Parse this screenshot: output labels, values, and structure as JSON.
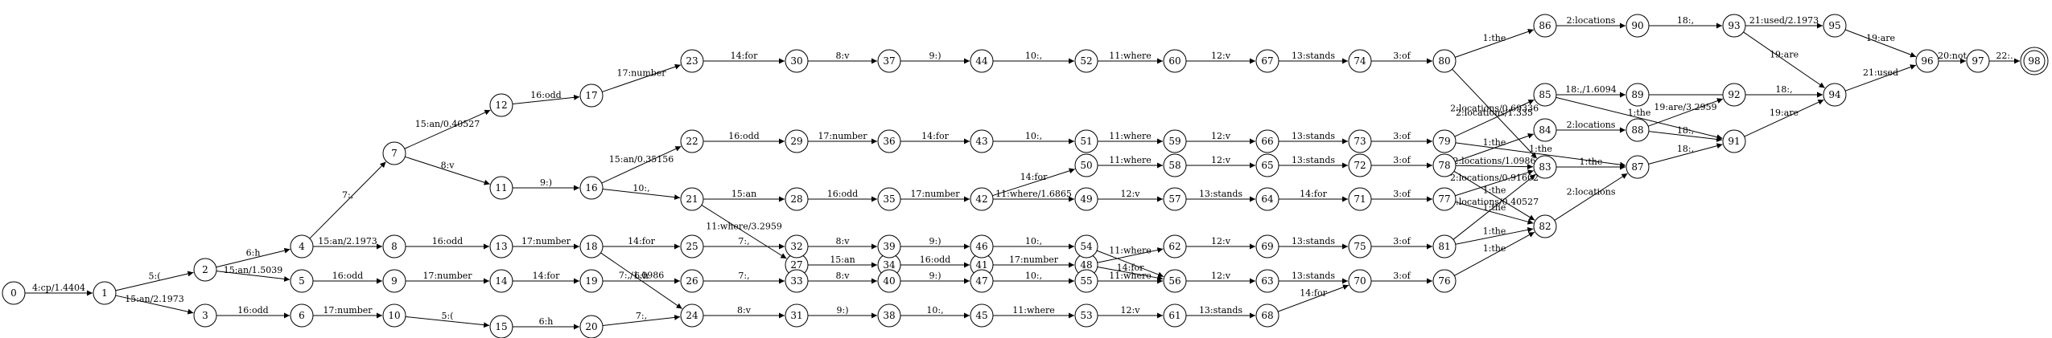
{
  "graph": {
    "start_node": "0",
    "final_node": "98",
    "nodes": [
      "0",
      "1",
      "2",
      "3",
      "4",
      "5",
      "6",
      "7",
      "8",
      "9",
      "10",
      "11",
      "12",
      "13",
      "14",
      "15",
      "16",
      "17",
      "18",
      "19",
      "20",
      "21",
      "22",
      "23",
      "24",
      "25",
      "26",
      "27",
      "28",
      "29",
      "30",
      "31",
      "32",
      "33",
      "34",
      "35",
      "36",
      "37",
      "38",
      "39",
      "40",
      "41",
      "42",
      "43",
      "44",
      "45",
      "46",
      "47",
      "48",
      "49",
      "50",
      "51",
      "52",
      "53",
      "54",
      "55",
      "56",
      "57",
      "58",
      "59",
      "60",
      "61",
      "62",
      "63",
      "64",
      "65",
      "66",
      "67",
      "68",
      "69",
      "70",
      "71",
      "72",
      "73",
      "74",
      "75",
      "76",
      "77",
      "78",
      "79",
      "80",
      "81",
      "82",
      "83",
      "84",
      "85",
      "86",
      "87",
      "88",
      "89",
      "90",
      "91",
      "92",
      "93",
      "94",
      "95",
      "96",
      "97",
      "98"
    ],
    "edges": [
      {
        "from": "0",
        "to": "1",
        "label": "4:cp/1.4404"
      },
      {
        "from": "1",
        "to": "2",
        "label": "5:("
      },
      {
        "from": "1",
        "to": "3",
        "label": "15:an/2.1973"
      },
      {
        "from": "2",
        "to": "4",
        "label": "6:h"
      },
      {
        "from": "2",
        "to": "5",
        "label": "15:an/1.5039"
      },
      {
        "from": "3",
        "to": "6",
        "label": "16:odd"
      },
      {
        "from": "4",
        "to": "7",
        "label": "7:,"
      },
      {
        "from": "4",
        "to": "8",
        "label": "15:an/2.1973"
      },
      {
        "from": "5",
        "to": "9",
        "label": "16:odd"
      },
      {
        "from": "6",
        "to": "10",
        "label": "17:number"
      },
      {
        "from": "7",
        "to": "12",
        "label": "15:an/0.40527"
      },
      {
        "from": "7",
        "to": "11",
        "label": "8:v"
      },
      {
        "from": "8",
        "to": "13",
        "label": "16:odd"
      },
      {
        "from": "9",
        "to": "14",
        "label": "17:number"
      },
      {
        "from": "10",
        "to": "15",
        "label": "5:("
      },
      {
        "from": "11",
        "to": "16",
        "label": "9:)"
      },
      {
        "from": "12",
        "to": "17",
        "label": "16:odd"
      },
      {
        "from": "13",
        "to": "18",
        "label": "17:number"
      },
      {
        "from": "14",
        "to": "19",
        "label": "14:for"
      },
      {
        "from": "15",
        "to": "20",
        "label": "6:h"
      },
      {
        "from": "16",
        "to": "22",
        "label": "15:an/0.35156"
      },
      {
        "from": "16",
        "to": "21",
        "label": "10:,"
      },
      {
        "from": "17",
        "to": "23",
        "label": "17:number"
      },
      {
        "from": "18",
        "to": "25",
        "label": "14:for"
      },
      {
        "from": "18",
        "to": "24",
        "label": "7:,/1.0986"
      },
      {
        "from": "19",
        "to": "26",
        "label": "6:h"
      },
      {
        "from": "20",
        "to": "24",
        "label": "7:,"
      },
      {
        "from": "21",
        "to": "28",
        "label": "15:an"
      },
      {
        "from": "21",
        "to": "27",
        "label": "11:where/3.2959"
      },
      {
        "from": "22",
        "to": "29",
        "label": "16:odd"
      },
      {
        "from": "23",
        "to": "30",
        "label": "14:for"
      },
      {
        "from": "24",
        "to": "31",
        "label": "8:v"
      },
      {
        "from": "25",
        "to": "32",
        "label": "7:,"
      },
      {
        "from": "26",
        "to": "33",
        "label": "7:,"
      },
      {
        "from": "27",
        "to": "34",
        "label": "15:an"
      },
      {
        "from": "28",
        "to": "35",
        "label": "16:odd"
      },
      {
        "from": "29",
        "to": "36",
        "label": "17:number"
      },
      {
        "from": "30",
        "to": "37",
        "label": "8:v"
      },
      {
        "from": "31",
        "to": "38",
        "label": "9:)"
      },
      {
        "from": "32",
        "to": "39",
        "label": "8:v"
      },
      {
        "from": "33",
        "to": "40",
        "label": "8:v"
      },
      {
        "from": "34",
        "to": "41",
        "label": "16:odd"
      },
      {
        "from": "35",
        "to": "42",
        "label": "17:number"
      },
      {
        "from": "36",
        "to": "43",
        "label": "14:for"
      },
      {
        "from": "37",
        "to": "44",
        "label": "9:)"
      },
      {
        "from": "38",
        "to": "45",
        "label": "10:,"
      },
      {
        "from": "39",
        "to": "46",
        "label": "9:)"
      },
      {
        "from": "40",
        "to": "47",
        "label": "9:)"
      },
      {
        "from": "41",
        "to": "48",
        "label": "17:number"
      },
      {
        "from": "42",
        "to": "50",
        "label": "14:for"
      },
      {
        "from": "42",
        "to": "49",
        "label": "11:where/1.6865"
      },
      {
        "from": "43",
        "to": "51",
        "label": "10:,"
      },
      {
        "from": "44",
        "to": "52",
        "label": "10:,"
      },
      {
        "from": "45",
        "to": "53",
        "label": "11:where"
      },
      {
        "from": "46",
        "to": "54",
        "label": "10:,"
      },
      {
        "from": "47",
        "to": "55",
        "label": "10:,"
      },
      {
        "from": "48",
        "to": "62",
        "label": "11:where"
      },
      {
        "from": "48",
        "to": "56",
        "label": "14:for"
      },
      {
        "from": "49",
        "to": "57",
        "label": "12:v"
      },
      {
        "from": "50",
        "to": "58",
        "label": "11:where"
      },
      {
        "from": "51",
        "to": "59",
        "label": "11:where"
      },
      {
        "from": "52",
        "to": "60",
        "label": "11:where"
      },
      {
        "from": "53",
        "to": "61",
        "label": "12:v"
      },
      {
        "from": "54",
        "to": "56",
        "label": ""
      },
      {
        "from": "55",
        "to": "56",
        "label": "11:where"
      },
      {
        "from": "56",
        "to": "63",
        "label": "12:v"
      },
      {
        "from": "57",
        "to": "64",
        "label": "13:stands"
      },
      {
        "from": "58",
        "to": "65",
        "label": "12:v"
      },
      {
        "from": "59",
        "to": "66",
        "label": "12:v"
      },
      {
        "from": "60",
        "to": "67",
        "label": "12:v"
      },
      {
        "from": "61",
        "to": "68",
        "label": "13:stands"
      },
      {
        "from": "62",
        "to": "69",
        "label": "12:v"
      },
      {
        "from": "63",
        "to": "70",
        "label": "13:stands"
      },
      {
        "from": "64",
        "to": "71",
        "label": "14:for"
      },
      {
        "from": "65",
        "to": "72",
        "label": "13:stands"
      },
      {
        "from": "66",
        "to": "73",
        "label": "13:stands"
      },
      {
        "from": "67",
        "to": "74",
        "label": "13:stands"
      },
      {
        "from": "68",
        "to": "70",
        "label": "14:for"
      },
      {
        "from": "69",
        "to": "75",
        "label": "13:stands"
      },
      {
        "from": "70",
        "to": "76",
        "label": "3:of"
      },
      {
        "from": "71",
        "to": "77",
        "label": "3:of"
      },
      {
        "from": "72",
        "to": "78",
        "label": "3:of"
      },
      {
        "from": "73",
        "to": "79",
        "label": "3:of"
      },
      {
        "from": "74",
        "to": "80",
        "label": "3:of"
      },
      {
        "from": "75",
        "to": "81",
        "label": "3:of"
      },
      {
        "from": "76",
        "to": "82",
        "label": "1:the"
      },
      {
        "from": "77",
        "to": "83",
        "label": "2:locations/0.91602"
      },
      {
        "from": "77",
        "to": "82",
        "label": "1:the"
      },
      {
        "from": "78",
        "to": "84",
        "label": "1:the"
      },
      {
        "from": "78",
        "to": "83",
        "label": "2:locations/1.0986"
      },
      {
        "from": "78",
        "to": "82",
        "label": "1:the"
      },
      {
        "from": "79",
        "to": "85",
        "label": "2:locations/1.335"
      },
      {
        "from": "79",
        "to": "87",
        "label": "1:the"
      },
      {
        "from": "80",
        "to": "86",
        "label": "1:the"
      },
      {
        "from": "80",
        "to": "83",
        "label": "2:locations/0.69336"
      },
      {
        "from": "81",
        "to": "83",
        "label": "2:locations/0.40527"
      },
      {
        "from": "81",
        "to": "82",
        "label": "1:the"
      },
      {
        "from": "82",
        "to": "87",
        "label": "2:locations"
      },
      {
        "from": "83",
        "to": "87",
        "label": "1:the"
      },
      {
        "from": "84",
        "to": "88",
        "label": "2:locations"
      },
      {
        "from": "85",
        "to": "89",
        "label": "18:,/1.6094"
      },
      {
        "from": "85",
        "to": "91",
        "label": "1:the"
      },
      {
        "from": "86",
        "to": "90",
        "label": "2:locations"
      },
      {
        "from": "87",
        "to": "91",
        "label": "18:,"
      },
      {
        "from": "88",
        "to": "92",
        "label": "19:are/3.2959"
      },
      {
        "from": "88",
        "to": "91",
        "label": "18:,"
      },
      {
        "from": "89",
        "to": "94",
        "label": "18:,"
      },
      {
        "from": "90",
        "to": "93",
        "label": "18:,"
      },
      {
        "from": "91",
        "to": "94",
        "label": "19:are"
      },
      {
        "from": "92",
        "to": "94",
        "label": "18:,"
      },
      {
        "from": "93",
        "to": "95",
        "label": "21:used/2.1973"
      },
      {
        "from": "93",
        "to": "94",
        "label": "19:are"
      },
      {
        "from": "94",
        "to": "96",
        "label": "21:used"
      },
      {
        "from": "95",
        "to": "96",
        "label": "19:are"
      },
      {
        "from": "96",
        "to": "97",
        "label": "20:not"
      },
      {
        "from": "97",
        "to": "98",
        "label": "22:."
      }
    ]
  }
}
